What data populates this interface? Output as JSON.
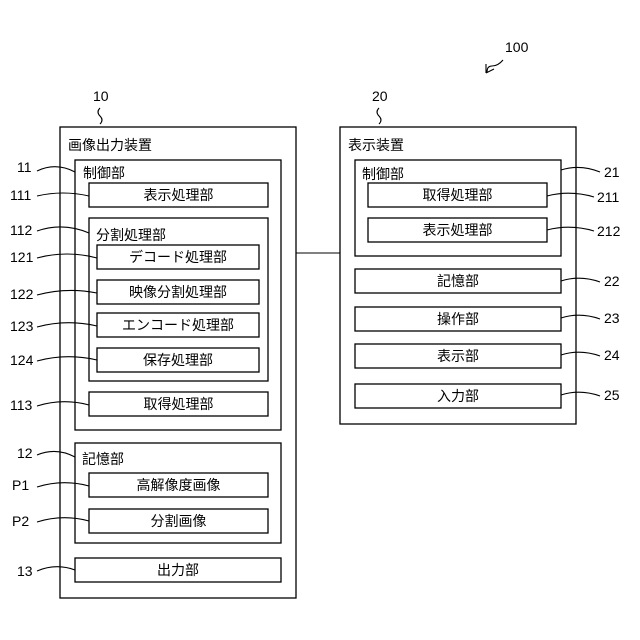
{
  "system_ref": "100",
  "output_device": {
    "ref": "10",
    "title": "画像出力装置",
    "control_unit": {
      "ref": "11",
      "title": "制御部",
      "display_processing": {
        "ref": "111",
        "label": "表示処理部"
      },
      "split_processing": {
        "ref": "112",
        "title": "分割処理部",
        "decode": {
          "ref": "121",
          "label": "デコード処理部"
        },
        "video_split": {
          "ref": "122",
          "label": "映像分割処理部"
        },
        "encode": {
          "ref": "123",
          "label": "エンコード処理部"
        },
        "save": {
          "ref": "124",
          "label": "保存処理部"
        }
      },
      "acquisition": {
        "ref": "113",
        "label": "取得処理部"
      }
    },
    "storage": {
      "ref": "12",
      "title": "記憶部",
      "hires_image": {
        "ref": "P1",
        "label": "高解像度画像"
      },
      "split_image": {
        "ref": "P2",
        "label": "分割画像"
      }
    },
    "output_unit": {
      "ref": "13",
      "label": "出力部"
    }
  },
  "display_device": {
    "ref": "20",
    "title": "表示装置",
    "control_unit": {
      "ref": "21",
      "title": "制御部",
      "acquisition": {
        "ref": "211",
        "label": "取得処理部"
      },
      "display_processing": {
        "ref": "212",
        "label": "表示処理部"
      }
    },
    "storage": {
      "ref": "22",
      "label": "記憶部"
    },
    "operation": {
      "ref": "23",
      "label": "操作部"
    },
    "display": {
      "ref": "24",
      "label": "表示部"
    },
    "input": {
      "ref": "25",
      "label": "入力部"
    }
  }
}
